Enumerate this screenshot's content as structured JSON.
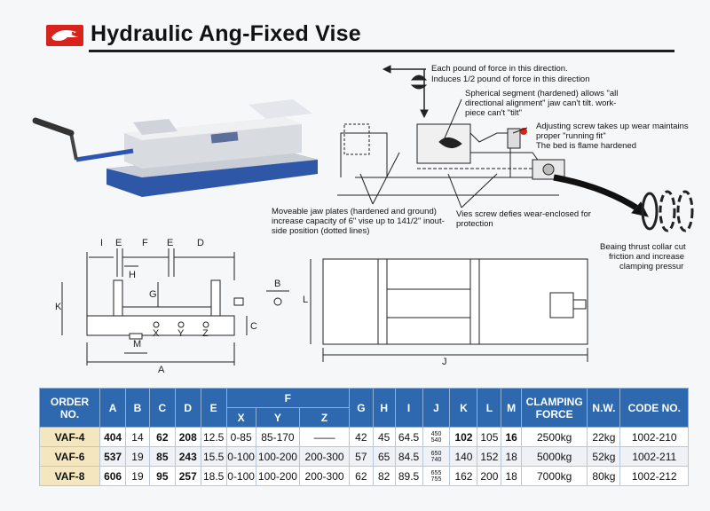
{
  "title": "Hydraulic Ang-Fixed Vise",
  "notes": {
    "force_top": "Each pound of force in this direction.",
    "force_half": "Induces 1/2 pound of force in this direction",
    "spherical_1": "Spherical segment (hardened) allows \"all",
    "spherical_2": "directional alignment\" jaw can't tilt. work-",
    "spherical_3": "piece can't \"tilt\"",
    "adjust_1": "Adjusting screw takes up wear maintains",
    "adjust_2": "proper \"running fit\"",
    "adjust_3": "The bed is flame hardened",
    "jaw_1": "Moveable jaw plates (hardened and ground)",
    "jaw_2": "increase capacity of 6\" vise up to 141/2\" inout-",
    "jaw_3": "side position (dotted lines)",
    "screw_1": "Vies screw defies wear-enclosed for",
    "screw_2": "protection",
    "thrust_1": "Beaing thrust collar cut",
    "thrust_2": "friction and increase",
    "thrust_3": "clamping pressur"
  },
  "dims": {
    "I": "I",
    "E1": "E",
    "F": "F",
    "E2": "E",
    "D": "D",
    "H": "H",
    "G": "G",
    "K": "K",
    "X": "X",
    "Y": "Y",
    "Z": "Z",
    "C": "C",
    "M": "M",
    "A": "A",
    "B": "B",
    "L": "L",
    "J": "J"
  },
  "table": {
    "headers": {
      "order": "ORDER NO.",
      "A": "A",
      "B": "B",
      "C": "C",
      "D": "D",
      "E": "E",
      "F": "F",
      "X": "X",
      "Y": "Y",
      "Z": "Z",
      "G": "G",
      "H": "H",
      "I": "I",
      "J": "J",
      "K": "K",
      "L": "L",
      "M": "M",
      "force": "CLAMPING FORCE",
      "nw": "N.W.",
      "code": "CODE NO."
    },
    "rows": [
      {
        "order": "VAF-4",
        "A": "404",
        "B": "14",
        "C": "62",
        "D": "208",
        "E": "12.5",
        "X": "0-85",
        "Y": "85-170",
        "Z": "——",
        "G": "42",
        "H": "45",
        "I": "64.5",
        "J1": "450",
        "J2": "540",
        "K": "102",
        "L": "105",
        "M": "16",
        "force": "2500kg",
        "nw": "22kg",
        "code": "1002-210"
      },
      {
        "order": "VAF-6",
        "A": "537",
        "B": "19",
        "C": "85",
        "D": "243",
        "E": "15.5",
        "X": "0-100",
        "Y": "100-200",
        "Z": "200-300",
        "G": "57",
        "H": "65",
        "I": "84.5",
        "J1": "650",
        "J2": "740",
        "K": "140",
        "L": "152",
        "M": "18",
        "force": "5000kg",
        "nw": "52kg",
        "code": "1002-211"
      },
      {
        "order": "VAF-8",
        "A": "606",
        "B": "19",
        "C": "95",
        "D": "257",
        "E": "18.5",
        "X": "0-100",
        "Y": "100-200",
        "Z": "200-300",
        "G": "62",
        "H": "82",
        "I": "89.5",
        "J1": "655",
        "J2": "755",
        "K": "162",
        "L": "200",
        "M": "18",
        "force": "7000kg",
        "nw": "80kg",
        "code": "1002-212"
      }
    ]
  },
  "colors": {
    "header_blue": "#2e69b0",
    "order_tan": "#f4e6bf",
    "logo_red": "#d8231c"
  }
}
